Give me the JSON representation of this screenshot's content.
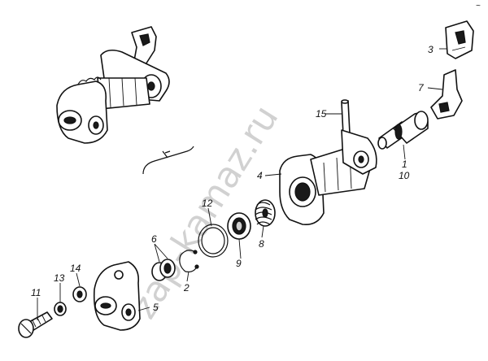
{
  "watermark": "zap-kamaz.ru",
  "corner_mark": "~",
  "callouts": [
    {
      "id": "c1",
      "text": "1"
    },
    {
      "id": "c2",
      "text": "2"
    },
    {
      "id": "c3",
      "text": "3"
    },
    {
      "id": "c4",
      "text": "4"
    },
    {
      "id": "c5",
      "text": "5"
    },
    {
      "id": "c6",
      "text": "6"
    },
    {
      "id": "c7",
      "text": "7"
    },
    {
      "id": "c8",
      "text": "8"
    },
    {
      "id": "c9",
      "text": "9"
    },
    {
      "id": "c10",
      "text": "10"
    },
    {
      "id": "c11",
      "text": "11"
    },
    {
      "id": "c12",
      "text": "12"
    },
    {
      "id": "c13",
      "text": "13"
    },
    {
      "id": "c14",
      "text": "14"
    },
    {
      "id": "c15",
      "text": "15"
    }
  ]
}
